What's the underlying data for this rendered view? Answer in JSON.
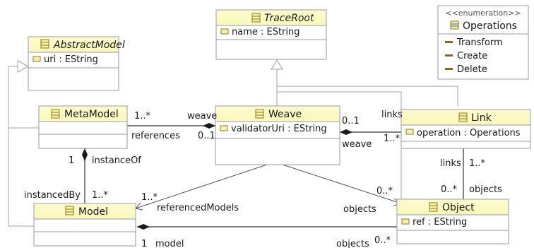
{
  "diagram": {
    "classes": {
      "trace_root": {
        "name": "TraceRoot",
        "attributes": [
          "name : EString"
        ]
      },
      "abstract_model": {
        "name": "AbstractModel",
        "attributes": [
          "uri : EString"
        ]
      },
      "operations": {
        "stereotype": "<<enumeration>>",
        "name": "Operations",
        "literals": [
          "Transform",
          "Create",
          "Delete"
        ]
      },
      "meta_model": {
        "name": "MetaModel",
        "attributes": []
      },
      "weave": {
        "name": "Weave",
        "attributes": [
          "validatorUri : EString"
        ]
      },
      "link": {
        "name": "Link",
        "attributes": [
          "operation : Operations"
        ]
      },
      "model": {
        "name": "Model",
        "attributes": []
      },
      "object": {
        "name": "Object",
        "attributes": [
          "ref : EString"
        ]
      }
    },
    "labels": {
      "metamodel_mult": "1..*",
      "weave_role": "weave",
      "references_role": "references",
      "weave_mult_01": "0..1",
      "links_role": "links",
      "weave_link_mult": "0..1",
      "link_mult": "1..*",
      "weave_role_link": "weave",
      "instanceof_mult": "1",
      "instanceof_role": "instanceOf",
      "links_role2": "links",
      "links_mult2": "1..*",
      "objects_mult": "0..*",
      "objects_role": "objects",
      "instancedby_role": "instancedBy",
      "instancedby_mult": "1..*",
      "refmodels_mult": "1..*",
      "refmodels_role": "referencedModels",
      "weave_objects_role": "objects",
      "weave_objects_mult": "0..*",
      "model_mult": "1",
      "model_role": "model",
      "objects_bottom_role": "objects",
      "objects_bottom_mult": "0..*"
    }
  }
}
